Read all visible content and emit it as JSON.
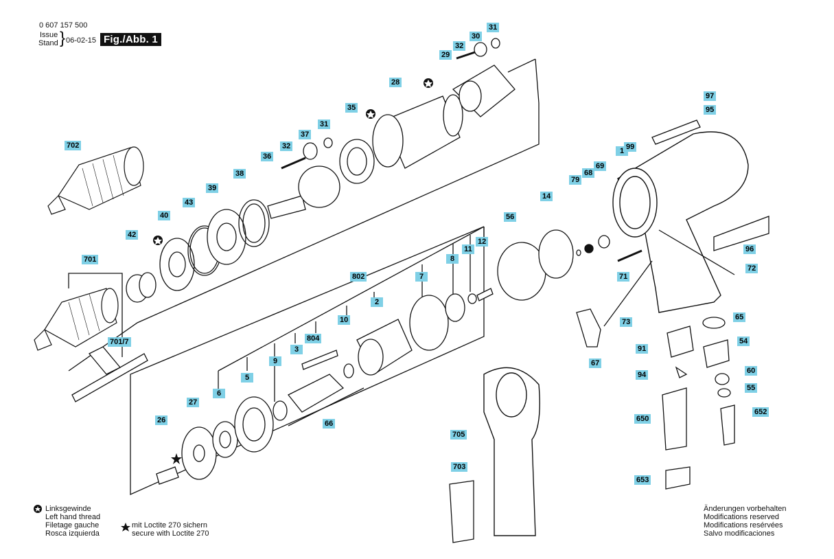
{
  "header": {
    "part_number": "0 607 157 500",
    "issue_label": "Issue",
    "stand_label": "Stand",
    "date": "06-02-15",
    "figure_label": "Fig./Abb. 1"
  },
  "callouts": [
    {
      "label": "31"
    },
    {
      "label": "30"
    },
    {
      "label": "32"
    },
    {
      "label": "29"
    },
    {
      "label": "28"
    },
    {
      "label": "35"
    },
    {
      "label": "31"
    },
    {
      "label": "37"
    },
    {
      "label": "32"
    },
    {
      "label": "36"
    },
    {
      "label": "38"
    },
    {
      "label": "39"
    },
    {
      "label": "43"
    },
    {
      "label": "40"
    },
    {
      "label": "42"
    },
    {
      "label": "702"
    },
    {
      "label": "701"
    },
    {
      "label": "701/7"
    },
    {
      "label": "97"
    },
    {
      "label": "95"
    },
    {
      "label": "1"
    },
    {
      "label": "99"
    },
    {
      "label": "69"
    },
    {
      "label": "68"
    },
    {
      "label": "79"
    },
    {
      "label": "14"
    },
    {
      "label": "56"
    },
    {
      "label": "12"
    },
    {
      "label": "11"
    },
    {
      "label": "8"
    },
    {
      "label": "7"
    },
    {
      "label": "802"
    },
    {
      "label": "2"
    },
    {
      "label": "10"
    },
    {
      "label": "804"
    },
    {
      "label": "3"
    },
    {
      "label": "9"
    },
    {
      "label": "5"
    },
    {
      "label": "6"
    },
    {
      "label": "27"
    },
    {
      "label": "26"
    },
    {
      "label": "66"
    },
    {
      "label": "96"
    },
    {
      "label": "72"
    },
    {
      "label": "71"
    },
    {
      "label": "73"
    },
    {
      "label": "65"
    },
    {
      "label": "54"
    },
    {
      "label": "91"
    },
    {
      "label": "67"
    },
    {
      "label": "94"
    },
    {
      "label": "60"
    },
    {
      "label": "55"
    },
    {
      "label": "650"
    },
    {
      "label": "652"
    },
    {
      "label": "705"
    },
    {
      "label": "703"
    },
    {
      "label": "653"
    }
  ],
  "legend": {
    "left_hand_thread": [
      "Linksgewinde",
      "Left hand thread",
      "Filetage gauche",
      "Rosca izquierda"
    ],
    "loctite": [
      "mit Loctite 270 sichern",
      "secure with Loctite 270"
    ]
  },
  "modifications": [
    "Änderungen vorbehalten",
    "Modifications reserved",
    "Modifications resérvées",
    "Salvo modificaciones"
  ],
  "colors": {
    "callout_bg": "#7fd0e6",
    "ink": "#111111"
  }
}
